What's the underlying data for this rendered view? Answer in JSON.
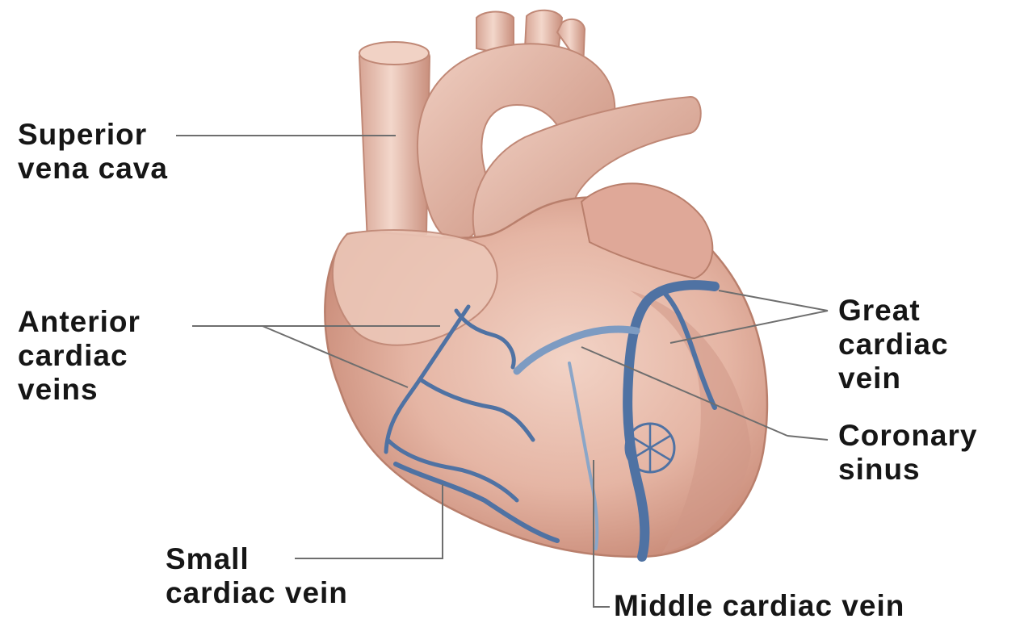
{
  "labels": {
    "superior_vena_cava": [
      "Superior",
      "vena cava"
    ],
    "anterior_cardiac_veins": [
      "Anterior",
      "cardiac",
      "veins"
    ],
    "great_cardiac_vein": [
      "Great",
      "cardiac",
      "vein"
    ],
    "coronary_sinus": [
      "Coronary",
      "sinus"
    ],
    "small_cardiac_vein": [
      "Small",
      "cardiac vein"
    ],
    "middle_cardiac_vein": [
      "Middle cardiac vein"
    ]
  },
  "colors": {
    "heart_fill": "#e7bdae",
    "heart_shadow": "#c98f7d",
    "vein": "#4f72a3",
    "leader_line": "#6e6e6e",
    "label_text": "#161616"
  }
}
